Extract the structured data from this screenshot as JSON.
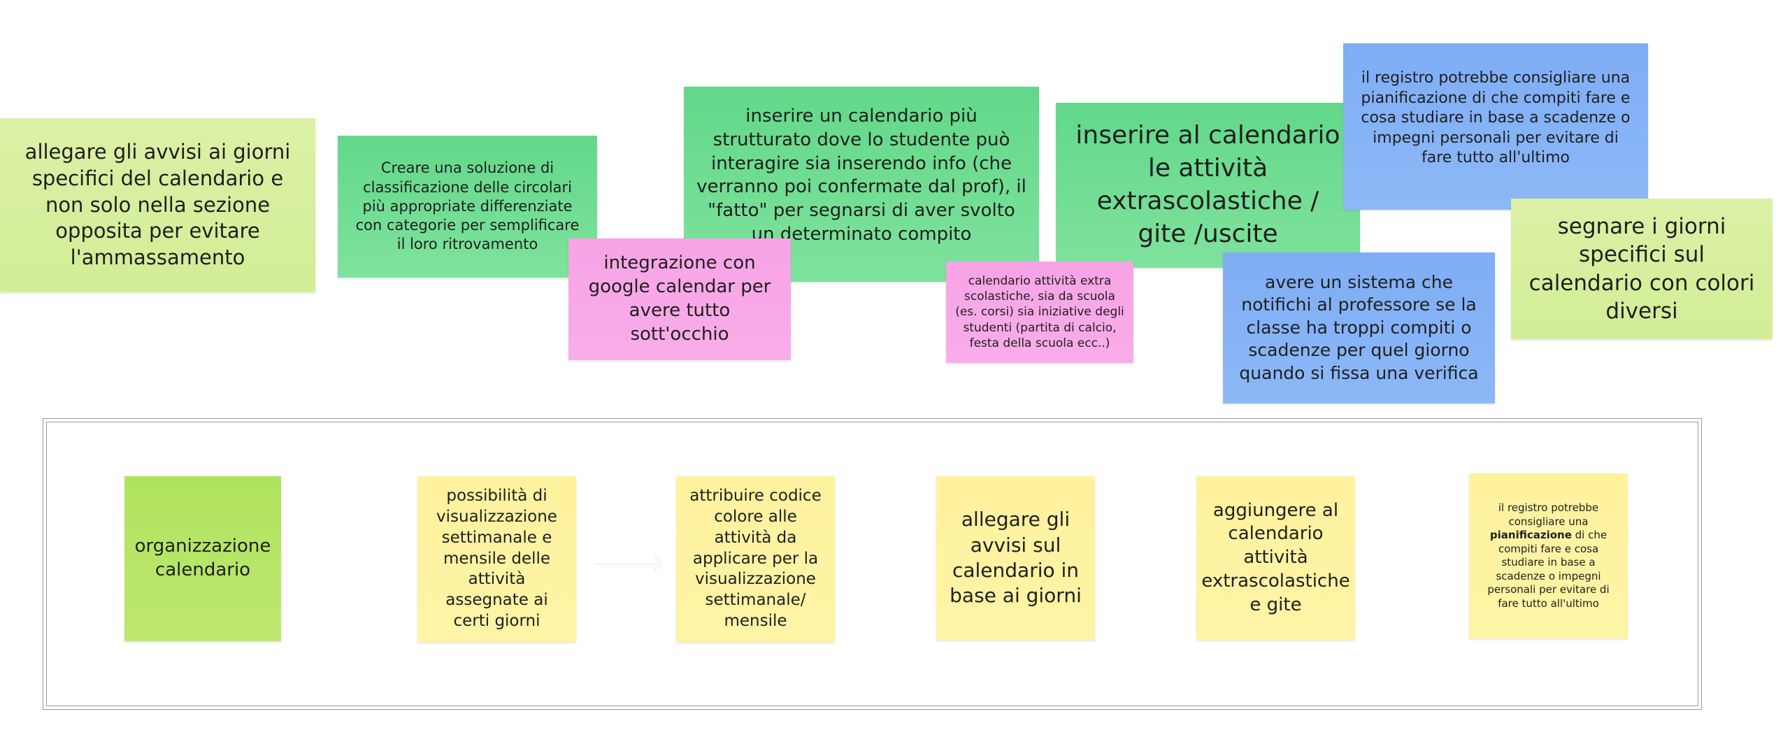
{
  "board": {
    "notes_top": [
      {
        "id": "n1",
        "text": "allegare gli avvisi ai giorni specifici del calendario e non solo nella sezione opposita per evitare l'ammassamento",
        "color": "#d6ef9e"
      },
      {
        "id": "n2",
        "text": "Creare una soluzione di classificazione delle circolari più appropriate differenziate con categorie per semplificare il loro ritrovamento",
        "color": "#6fdd93"
      },
      {
        "id": "n3",
        "text": "inserire un calendario più strutturato dove lo studente può interagire sia inserendo info  (che verranno poi confermate dal prof), il \"fatto\" per segnarsi di aver svolto un determinato compito",
        "color": "#6fdd93"
      },
      {
        "id": "n4",
        "text": "integrazione con google calendar per avere tutto sott'occhio",
        "color": "#f7a7e7"
      },
      {
        "id": "n5",
        "text": "inserire al calendario le attività extrascolastiche / gite /uscite",
        "color": "#6fdd93"
      },
      {
        "id": "n6",
        "text": "calendario attività extra scolastiche, sia da scuola (es. corsi) sia iniziative degli studenti (partita di calcio, festa della scuola ecc..)",
        "color": "#f7a7e7"
      },
      {
        "id": "n7",
        "text": "il registro potrebbe consigliare una pianificazione di che compiti fare e cosa studiare in base a scadenze o impegni personali per evitare di fare tutto all'ultimo",
        "color": "#85b2f5"
      },
      {
        "id": "n8",
        "text": "avere un sistema che notifichi al professore se la classe ha troppi compiti o scadenze per quel giorno quando si fissa una verifica",
        "color": "#85b2f5"
      },
      {
        "id": "n9",
        "text": "segnare i giorni specifici sul calendario con colori diversi",
        "color": "#d6ef9e"
      }
    ],
    "frame_notes": {
      "f1": "organizzazione calendario",
      "f2": "possibilità di visualizzazione settimanale e mensile delle attività assegnate ai certi giorni",
      "f3": "attribuire codice colore alle attività da applicare per la visualizzazione settimanale/ mensile",
      "f4": "allegare gli avvisi sul calendario in base ai giorni",
      "f5": "aggiungere al calendario attività extrascolastiche e gite",
      "f6_pre": "il registro potrebbe consigliare una",
      "f6_bold": "pianificazione",
      "f6_post": "di che compiti fare e cosa studiare in base a scadenze o impegni personali per evitare di fare tutto all'ultimo"
    }
  }
}
